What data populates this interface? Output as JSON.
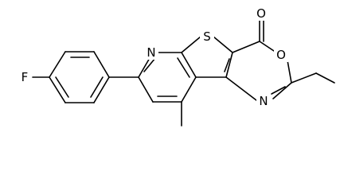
{
  "atoms": {
    "fluorine": "F",
    "pyridine_nitrogen": "N",
    "thiophene_sulfur": "S",
    "carbonyl_oxygen": "O",
    "ring_oxygen": "O",
    "oxazine_nitrogen": "N"
  }
}
